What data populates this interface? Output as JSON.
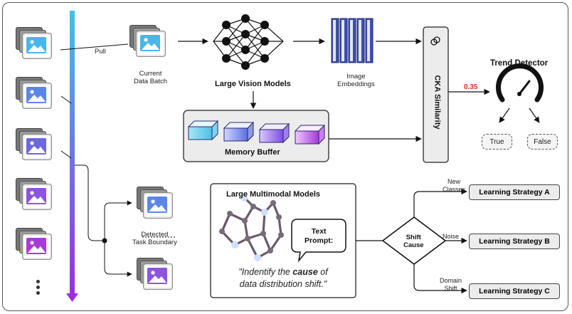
{
  "labels": {
    "pull": "Pull",
    "current_batch": [
      "Current",
      "Data Batch"
    ],
    "large_vision_models": "Large Vision Models",
    "image_embeddings": [
      "Image",
      "Embeddings"
    ],
    "memory_buffer": "Memory Buffer",
    "cka_similarity": "CKA Similarity",
    "trend_detector": "Trend Detector",
    "trend_value": "0.35",
    "true_label": "True",
    "false_label": "False",
    "detected_boundary": [
      "Detected",
      "Task Boundary"
    ],
    "lmm_title": "Large Multimodal Models",
    "text_prompt": [
      "Text",
      "Prompt:"
    ],
    "quote_line1_pre": "\"Indentify the ",
    "quote_line1_emph": "cause",
    "quote_line1_post": " of",
    "quote_line2": "data distribution shift.\"",
    "shift_cause": [
      "Shift",
      "Cause"
    ],
    "new_classes": [
      "New",
      "Classes"
    ],
    "noise": "Noise",
    "domain_shift": [
      "Domain",
      "Shift"
    ],
    "strategy_a": "Learning Strategy A",
    "strategy_b": "Learning Strategy B",
    "strategy_c": "Learning Strategy C"
  },
  "colors": {
    "stream_top": "#3fc1e8",
    "stream_bottom": "#9b2de0",
    "threshold_value": "#e0262b",
    "embedding_fill": "#3c4fb0"
  },
  "icons": {
    "stream_images": [
      "image-icon",
      "image-icon",
      "image-icon",
      "image-icon",
      "image-icon"
    ],
    "stream_more": "vertical-ellipsis-icon",
    "memory_blocks": [
      "cyan-block-icon",
      "blue-block-icon",
      "purple-block-icon",
      "violet-block-icon"
    ]
  }
}
